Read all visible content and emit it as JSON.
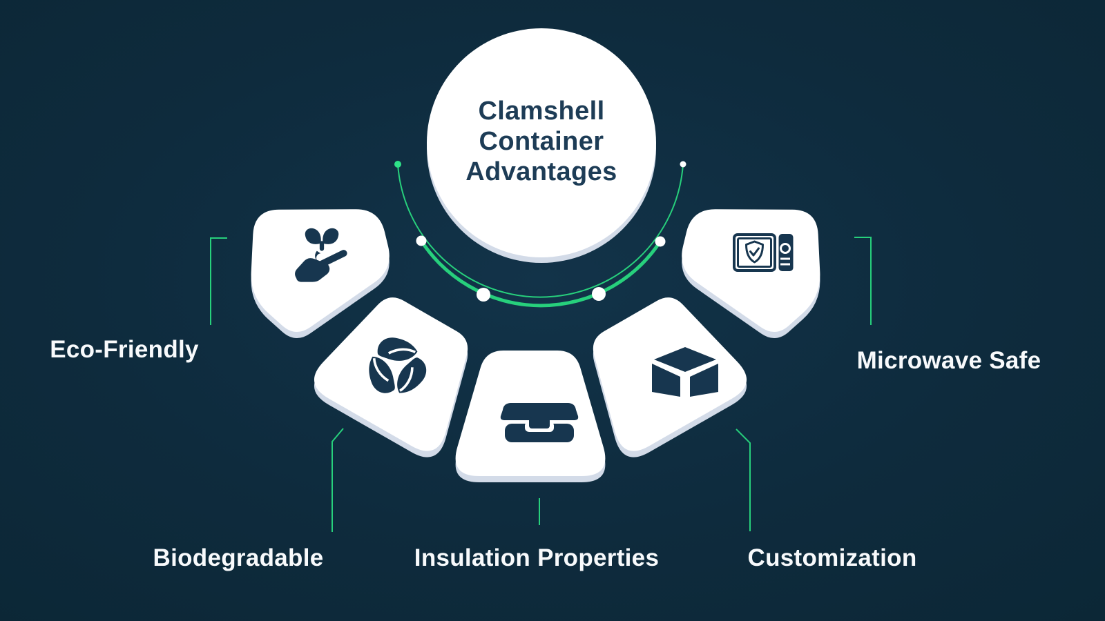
{
  "title": {
    "lines": [
      "Clamshell",
      "Container",
      "Advantages"
    ]
  },
  "features": [
    {
      "id": "eco-friendly",
      "label": "Eco-Friendly",
      "icon": "seedling-hand-icon"
    },
    {
      "id": "biodegradable",
      "label": "Biodegradable",
      "icon": "recycle-leaves-icon"
    },
    {
      "id": "insulation",
      "label": "Insulation Properties",
      "icon": "lunchbox-icon"
    },
    {
      "id": "customization",
      "label": "Customization",
      "icon": "cube-icon"
    },
    {
      "id": "microwave-safe",
      "label": "Microwave Safe",
      "icon": "microwave-shield-icon"
    }
  ],
  "colors": {
    "background": "#0d2a3b",
    "card_white": "#ffffff",
    "card_shadow": "#d3dbe8",
    "icon_navy": "#17364f",
    "title_navy": "#1d3c56",
    "label_white": "#f8fafc",
    "accent_green": "#27d07c",
    "dot_green": "#2ee288"
  }
}
